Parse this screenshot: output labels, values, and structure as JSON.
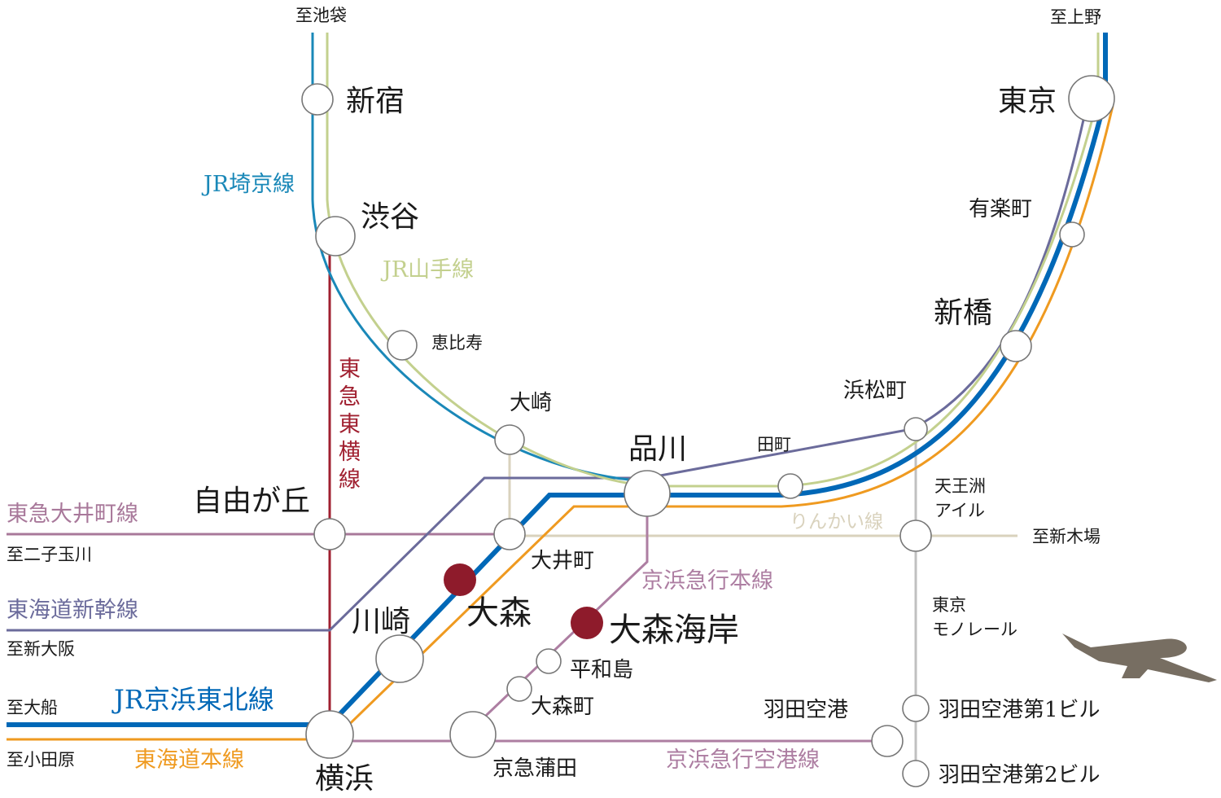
{
  "colors": {
    "keihin_tohoku": "#0068b7",
    "saikyo": "#1a88b8",
    "yamanote": "#c3d08e",
    "tokaido_main": "#ef9a20",
    "tokaido_shinkansen": "#6b6b9b",
    "toyoko": "#a02030",
    "oimachi": "#a8789a",
    "keikyu": "#ad7ea2",
    "rinkai": "#d9d2bd",
    "monorail": "#c0c0c0",
    "highlight": "#8e1b2b"
  },
  "directions": {
    "ikebukuro": "至池袋",
    "ueno": "至上野",
    "futako": "至二子玉川",
    "shinosaka": "至新大阪",
    "ofuna": "至大船",
    "odawara": "至小田原",
    "shinkiba": "至新木場"
  },
  "stations": {
    "shinjuku": "新宿",
    "shibuya": "渋谷",
    "ebisu": "恵比寿",
    "osaki": "大崎",
    "shinagawa": "品川",
    "tamachi": "田町",
    "hamamatsucho": "浜松町",
    "shimbashi": "新橋",
    "yurakucho": "有楽町",
    "tokyo": "東京",
    "jiyugaoka": "自由が丘",
    "oimachi": "大井町",
    "omori": "大森",
    "kawasaki": "川崎",
    "yokohama": "横浜",
    "omorikaigan": "大森海岸",
    "heiwajima": "平和島",
    "omorimachi": "大森町",
    "keikyukamata": "京急蒲田",
    "haneda_airport": "羽田空港",
    "tennozu_isle": [
      "天王洲",
      "アイル"
    ],
    "haneda_t1": "羽田空港第1ビル",
    "haneda_t2": "羽田空港第2ビル"
  },
  "lines": {
    "saikyo": "JR埼京線",
    "yamanote": "JR山手線",
    "toyoko": [
      "東",
      "急",
      "東",
      "横",
      "線"
    ],
    "oimachi": "東急大井町線",
    "shinkansen": "東海道新幹線",
    "keihin_tohoku": "JR京浜東北線",
    "tokaido_main": "東海道本線",
    "rinkai": "りんかい線",
    "keikyu_main": "京浜急行本線",
    "keikyu_airport": "京浜急行空港線",
    "monorail": [
      "東京",
      "モノレール"
    ]
  },
  "icons": {
    "airplane": "airplane-icon"
  }
}
